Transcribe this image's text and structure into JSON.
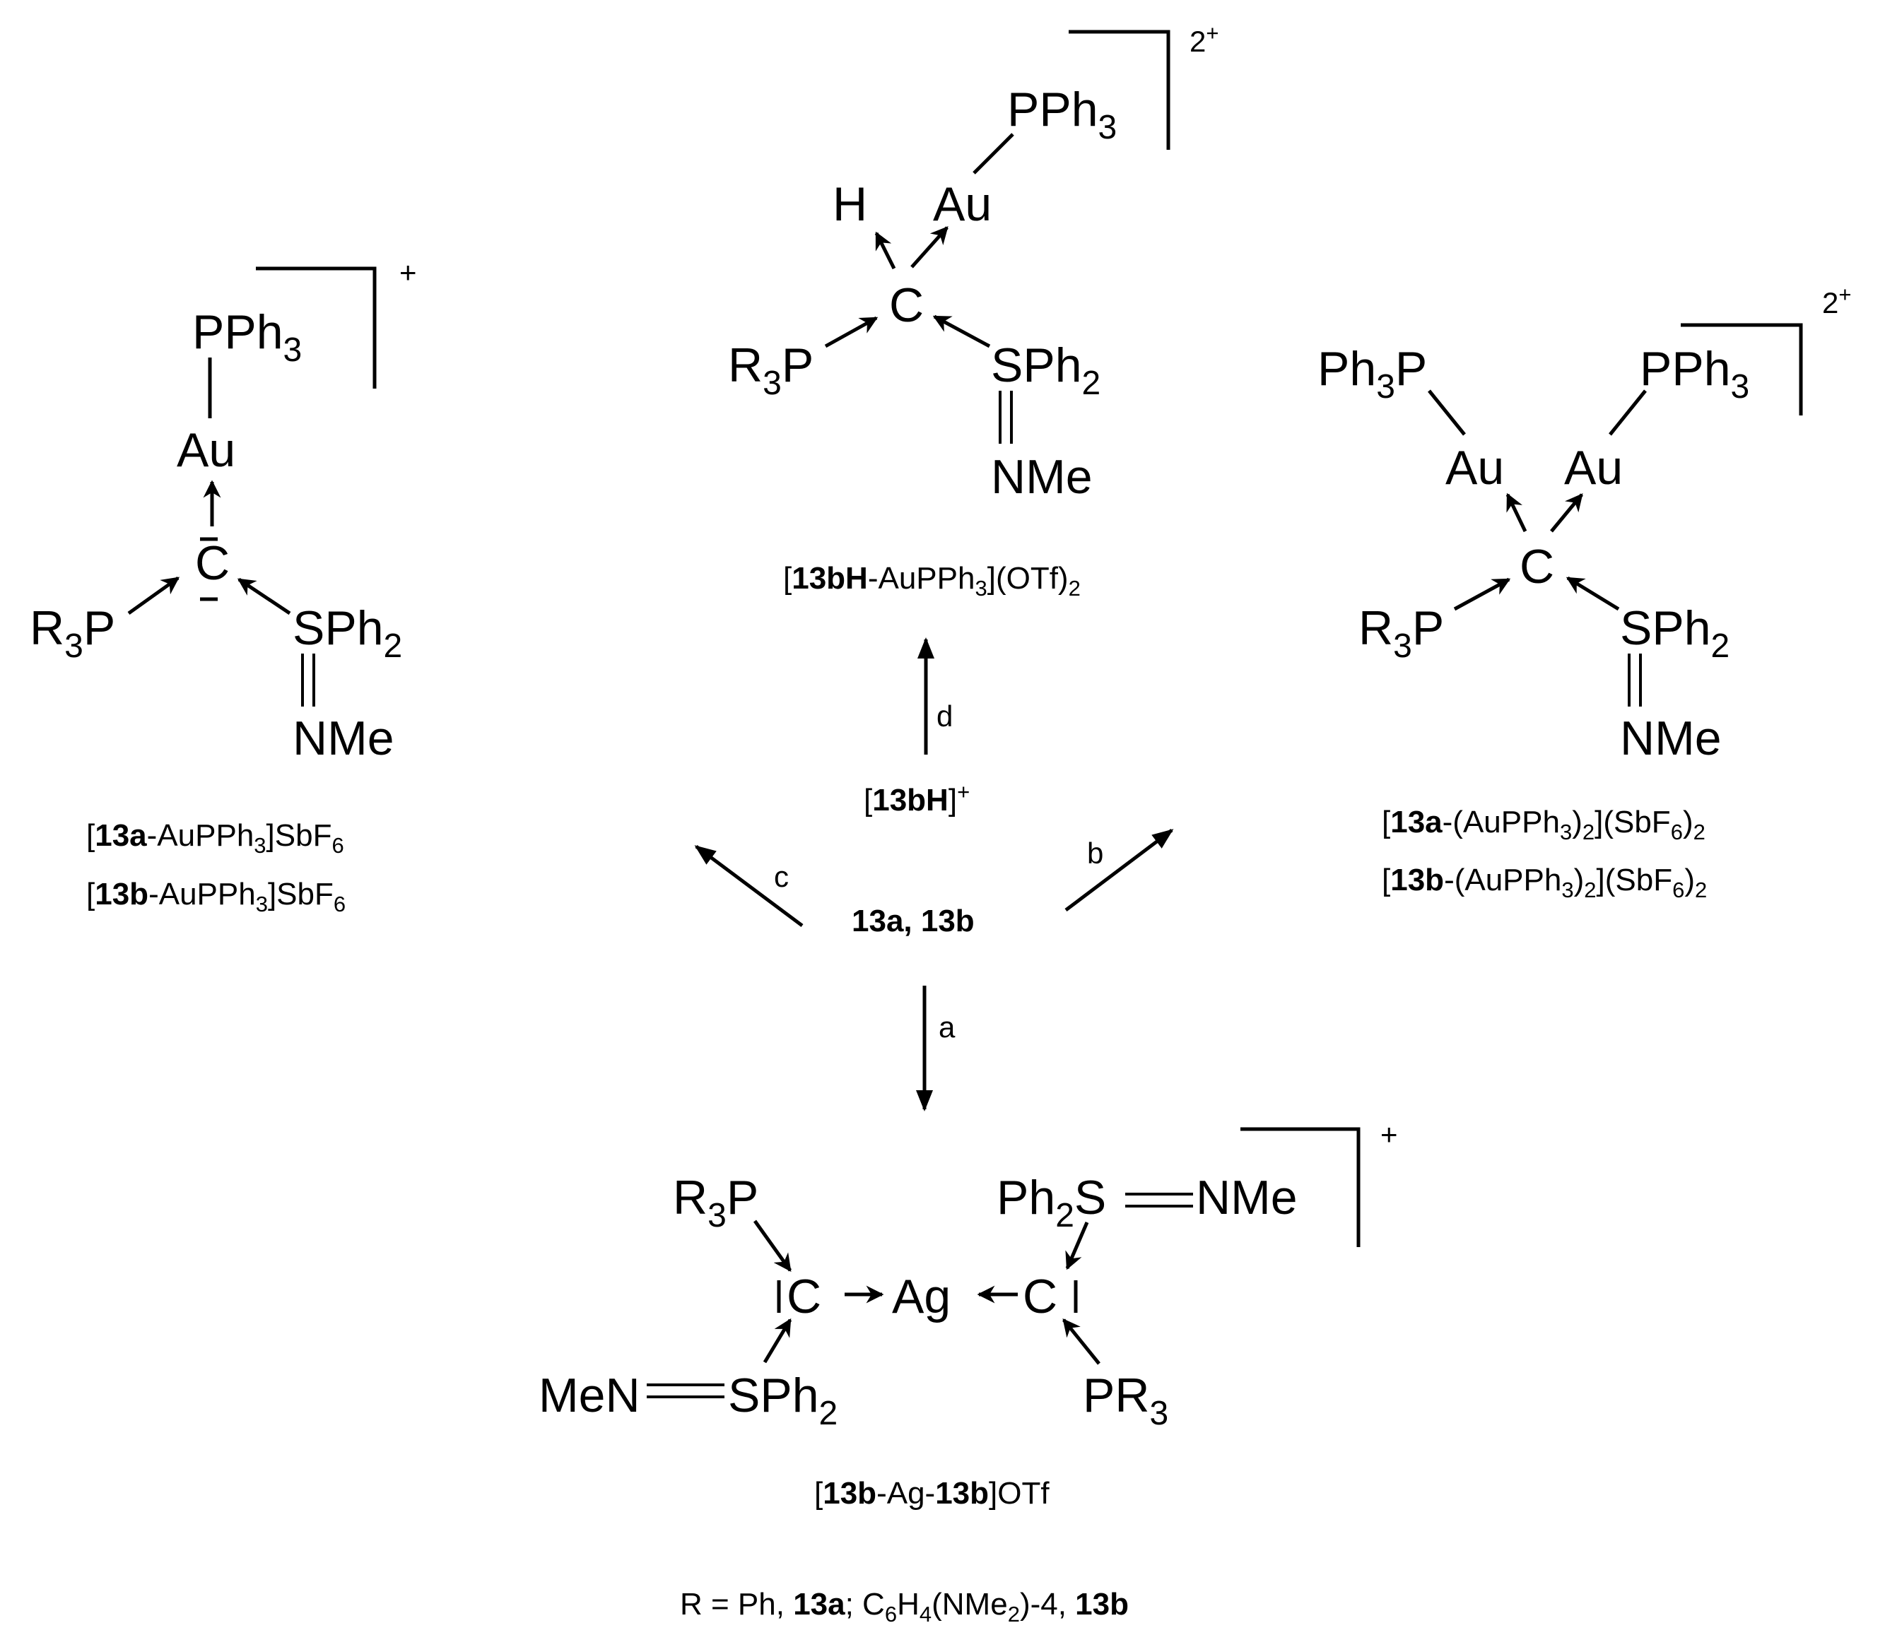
{
  "compound_1": {
    "ligand_top": "PPh",
    "ligand_top_sub": "3",
    "metal": "Au",
    "carbon": "C",
    "phosphine_left": "R",
    "phosphine_left_sub": "3",
    "phosphine_left_p": "P",
    "sulfur_right": "SPh",
    "sulfur_right_sub": "2",
    "imine": "NMe",
    "charge": "+",
    "label_line1": {
      "open": "[",
      "bold": "13a",
      "text": "-AuPPh",
      "sub": "3",
      "rest": "]SbF",
      "sub2": "6"
    },
    "label_line2": {
      "open": "[",
      "bold": "13b",
      "text": "-AuPPh",
      "sub": "3",
      "rest": "]SbF",
      "sub2": "6"
    }
  },
  "compound_2": {
    "ligand_top": "PPh",
    "ligand_top_sub": "3",
    "hydrogen": "H",
    "metal": "Au",
    "carbon": "C",
    "phosphine_left": "R",
    "phosphine_left_sub": "3",
    "phosphine_left_p": "P",
    "sulfur_right": "SPh",
    "sulfur_right_sub": "2",
    "imine": "NMe",
    "charge": "2",
    "charge_sup": "+",
    "label": {
      "open": "[",
      "bold": "13bH",
      "text": "-AuPPh",
      "sub": "3",
      "rest": "](OTf)",
      "sub2": "2"
    }
  },
  "compound_3": {
    "ligand_left": "Ph",
    "ligand_left_sub": "3",
    "ligand_left_p": "P",
    "ligand_right": "PPh",
    "ligand_right_sub": "3",
    "metal_left": "Au",
    "metal_right": "Au",
    "carbon": "C",
    "phosphine_left": "R",
    "phosphine_left_sub": "3",
    "phosphine_left_p": "P",
    "sulfur_right": "SPh",
    "sulfur_right_sub": "2",
    "imine": "NMe",
    "charge": "2",
    "charge_sup": "+",
    "label_line1": {
      "open": "[",
      "bold": "13a",
      "text": "-(AuPPh",
      "sub": "3",
      "mid": ")",
      "sub2": "2",
      "rest": "](SbF",
      "sub3": "6",
      "tail": ")",
      "sub4": "2"
    },
    "label_line2": {
      "open": "[",
      "bold": "13b",
      "text": "-(AuPPh",
      "sub": "3",
      "mid": ")",
      "sub2": "2",
      "rest": "](SbF",
      "sub3": "6",
      "tail": ")",
      "sub4": "2"
    }
  },
  "compound_4": {
    "phosphine_tl": "R",
    "phosphine_tl_sub": "3",
    "phosphine_tl_p": "P",
    "sulfur_tr_a": "Ph",
    "sulfur_tr_sub": "2",
    "sulfur_tr_b": "S",
    "imine_tr": "NMe",
    "carbon_left": "C",
    "metal": "Ag",
    "carbon_right": "C",
    "imine_bl": "MeN",
    "sulfur_bl": "SPh",
    "sulfur_bl_sub": "2",
    "phosphine_br": "PR",
    "phosphine_br_sub": "3",
    "charge": "+",
    "label": {
      "open": "[",
      "bold1": "13b",
      "text1": "-Ag-",
      "bold2": "13b",
      "rest": "]OTf"
    }
  },
  "center": {
    "intermediate": {
      "open": "[",
      "bold": "13bH",
      "close": "]",
      "sup": "+"
    },
    "start": "13a, 13b"
  },
  "steps": {
    "a": "a",
    "b": "b",
    "c": "c",
    "d": "d"
  },
  "footnote": {
    "pre": "R = Ph, ",
    "bold1": "13a",
    "mid": "; C",
    "sub1": "6",
    "mid2": "H",
    "sub2": "4",
    "mid3": "(NMe",
    "sub3": "2",
    "mid4": ")-4, ",
    "bold2": "13b"
  }
}
